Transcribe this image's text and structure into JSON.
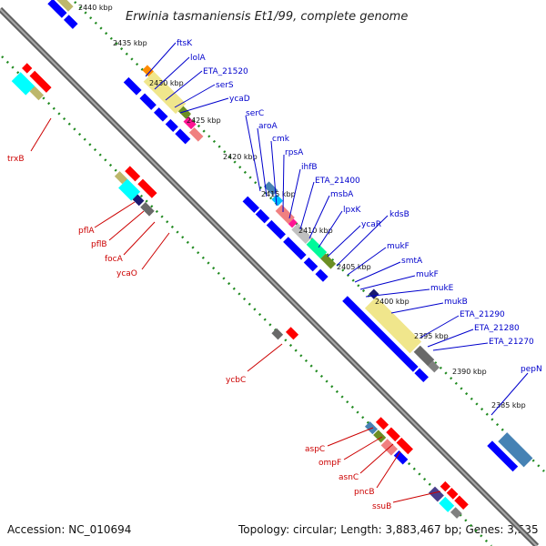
{
  "title": "Erwinia tasmaniensis Et1/99, complete genome",
  "accession": "Accession: NC_010694",
  "summary": "Topology: circular; Length: 3,883,467 bp; Genes: 3,535",
  "ticks": [
    "2440 kbp",
    "2435 kbp",
    "2430 kbp",
    "2425 kbp",
    "2420 kbp",
    "2415 kbp",
    "2410 kbp",
    "2405 kbp",
    "2400 kbp",
    "2395 kbp",
    "2390 kbp",
    "2385 kbp"
  ],
  "labels_forward": [
    "ftsK",
    "lolA",
    "ETA_21520",
    "serS",
    "ycaD",
    "serC",
    "aroA",
    "cmk",
    "rpsA",
    "ihfB",
    "ETA_21400",
    "msbA",
    "lpxK",
    "ycaR",
    "kdsB",
    "mukF",
    "smtA",
    "mukF",
    "mukE",
    "mukB",
    "ETA_21290",
    "ETA_21280",
    "ETA_21270",
    "pepN"
  ],
  "labels_reverse": [
    "trxB",
    "pflA",
    "pflB",
    "focA",
    "ycaO",
    "ycbC",
    "aspC",
    "ompF",
    "asnC",
    "pncB",
    "ssuB"
  ],
  "colors": {
    "forward": "#0000ff",
    "reverse": "#ff0000",
    "backbone": "#808080",
    "dotted": "#228b22"
  }
}
